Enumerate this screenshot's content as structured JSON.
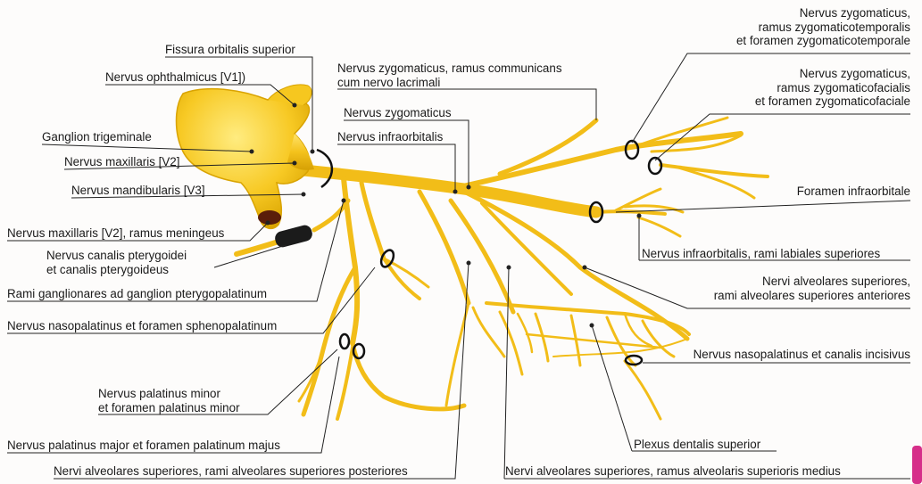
{
  "labels": {
    "fissura_orbitalis_superior": "Fissura orbitalis superior",
    "n_ophthalmicus": "Nervus ophthalmicus [V1])",
    "ganglion_trigeminale": "Ganglion trigeminale",
    "n_maxillaris": "Nervus maxillaris [V2]",
    "n_mandibularis": "Nervus mandibularis [V3]",
    "n_maxillaris_meningeus": "Nervus maxillaris [V2], ramus meningeus",
    "n_canalis_pterygoidei": [
      "Nervus canalis pterygoidei",
      "et canalis pterygoideus"
    ],
    "rami_ganglionares": "Rami ganglionares ad ganglion pterygopalatinum",
    "n_nasopalatinus_sphenopalatinum": "Nervus nasopalatinus et foramen sphenopalatinum",
    "n_palatinus_minor": [
      "Nervus palatinus minor",
      "et foramen palatinus minor"
    ],
    "n_palatinus_major": "Nervus palatinus major et foramen palatinum majus",
    "n_alveolares_posteriores": "Nervi alveolares superiores, rami alveolares superiores posteriores",
    "n_alveolaris_medius": "Nervi alveolares superiores, ramus alveolaris superioris medius",
    "n_zygomaticus_communicans": [
      "Nervus zygomaticus, ramus communicans",
      "cum nervo lacrimali"
    ],
    "n_zygomaticus": "Nervus zygomaticus",
    "n_infraorbitalis": "Nervus infraorbitalis",
    "n_zygomaticotemporalis": [
      "Nervus zygomaticus,",
      "ramus zygomaticotemporalis",
      "et foramen zygomaticotemporale"
    ],
    "n_zygomaticofacialis": [
      "Nervus zygomaticus,",
      "ramus zygomaticofacialis",
      "et foramen zygomaticofaciale"
    ],
    "foramen_infraorbitale": "Foramen infraorbitale",
    "rami_labiales": "Nervus infraorbitalis, rami labiales superiores",
    "rami_anteriores": [
      "Nervi alveolares superiores,",
      "rami alveolares superiores anteriores"
    ],
    "n_nasopalatinus_incisivus": "Nervus nasopalatinus et canalis incisivus",
    "plexus_dentalis": "Plexus dentalis superior"
  },
  "colors": {
    "nerve": "#f4c21c",
    "nerve_light": "#ffe066",
    "nerve_dark": "#d9a300",
    "leader": "#222222",
    "ring": "#111111"
  }
}
